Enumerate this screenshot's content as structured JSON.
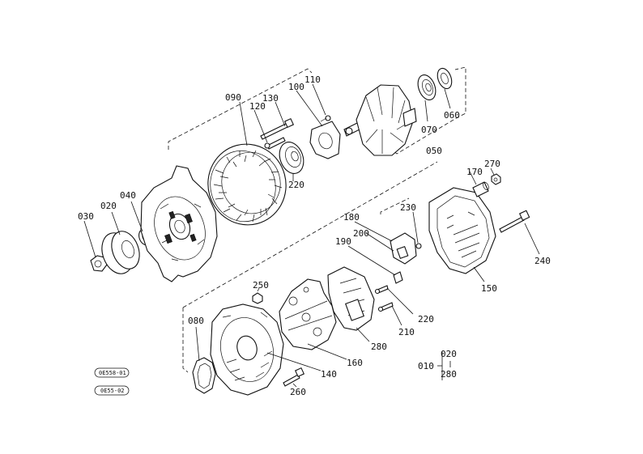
{
  "diagram": {
    "labels": {
      "l010": "010",
      "l020a": "020",
      "l020b": "020",
      "l030": "030",
      "l040": "040",
      "l050": "050",
      "l060": "060",
      "l070": "070",
      "l080": "080",
      "l090": "090",
      "l100": "100",
      "l110": "110",
      "l120": "120",
      "l130": "130",
      "l140": "140",
      "l150": "150",
      "l160": "160",
      "l170": "170",
      "l180": "180",
      "l190": "190",
      "l200": "200",
      "l210": "210",
      "l220a": "220",
      "l220b": "220",
      "l230": "230",
      "l240": "240",
      "l250": "250",
      "l260": "260",
      "l270": "270",
      "l280a": "280",
      "l280b": "280"
    },
    "stamps": {
      "top": "0E558-01",
      "bottom": "0E55-02"
    }
  }
}
